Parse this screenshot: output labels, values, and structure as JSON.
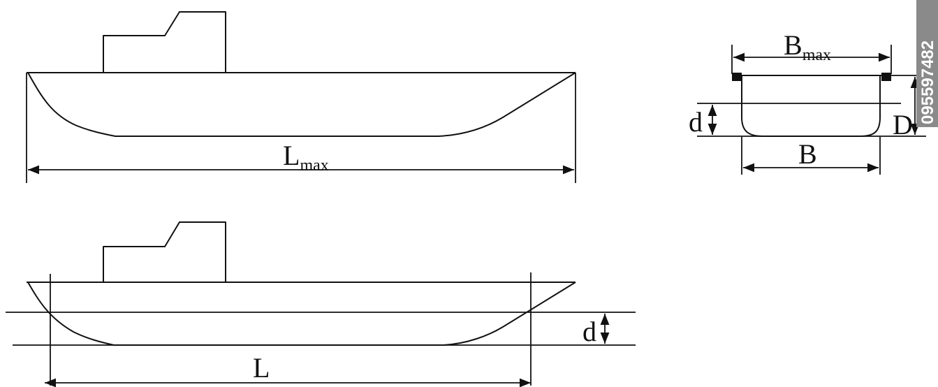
{
  "watermark": "095597482",
  "side_view_top": {
    "length_label": "L",
    "length_subscript": "max"
  },
  "side_view_bottom": {
    "length_label": "L",
    "draft_label": "d"
  },
  "cross_section": {
    "width_label": "B",
    "width_max_label": "B",
    "width_max_subscript": "max",
    "depth_label": "D",
    "draft_label": "d"
  }
}
